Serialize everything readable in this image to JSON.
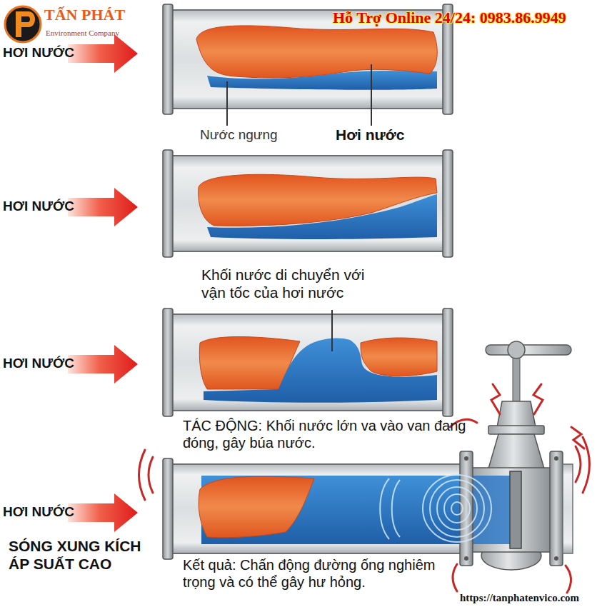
{
  "diagram": {
    "labels": [
      "TẤN PHÁT",
      "Environment Company",
      "Hỗ Trợ Online 24/24: 0983.86.9949",
      "HƠI NƯỚC",
      "Nước ngưng",
      "Hơi nước",
      "HƠI NƯỚC",
      "Khối nước di chuyển với vận tốc của hơi nước",
      "HƠI NƯỚC",
      "TÁC ĐỘNG: Khối nước lớn va vào van đang đóng, gây búa nước.",
      "HƠI NƯỚC",
      "SÓNG XUNG KÍCH ÁP SUẤT CAO",
      "Kết quả: Chấn động đường ống nghiêm trọng và có thể gây hư hỏng.",
      "https://tanphatenvico.com"
    ]
  }
}
